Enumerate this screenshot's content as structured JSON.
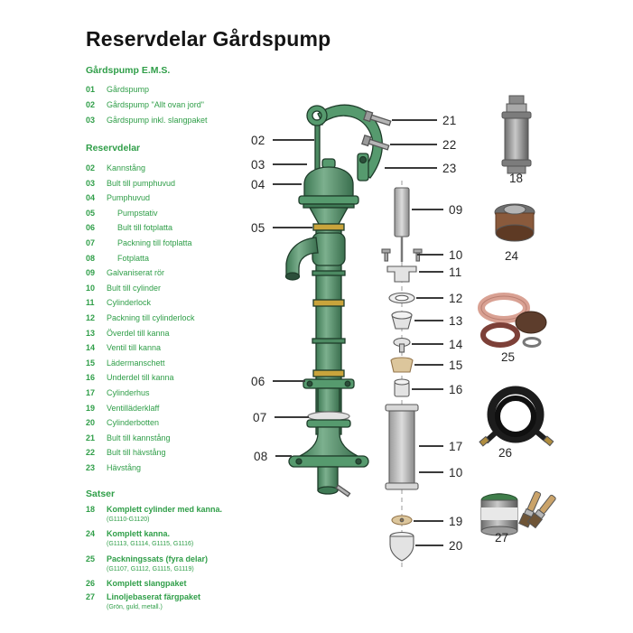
{
  "page": {
    "title": "Reservdelar Gårdspump"
  },
  "sections": [
    {
      "heading": "Gårdspump E.M.S.",
      "items": [
        {
          "num": "01",
          "label": "Gårdspump"
        },
        {
          "num": "02",
          "label": "Gårdspump \"Allt ovan jord\""
        },
        {
          "num": "03",
          "label": "Gårdspump inkl. slangpaket"
        }
      ]
    },
    {
      "heading": "Reservdelar",
      "items": [
        {
          "num": "02",
          "label": "Kannstång"
        },
        {
          "num": "03",
          "label": "Bult till pumphuvud"
        },
        {
          "num": "04",
          "label": "Pumphuvud"
        },
        {
          "num": "05",
          "label": "Pumpstativ"
        },
        {
          "num": "06",
          "label": "Bult till fotplatta"
        },
        {
          "num": "07",
          "label": "Packning till fotplatta"
        },
        {
          "num": "08",
          "label": "Fotplatta"
        },
        {
          "num": "09",
          "label": "Galvaniserat rör"
        },
        {
          "num": "10",
          "label": "Bult till cylinder"
        },
        {
          "num": "11",
          "label": "Cylinderlock"
        },
        {
          "num": "12",
          "label": "Packning till cylinderlock"
        },
        {
          "num": "13",
          "label": "Överdel till kanna"
        },
        {
          "num": "14",
          "label": "Ventil till kanna"
        },
        {
          "num": "15",
          "label": "Lädermanschett"
        },
        {
          "num": "16",
          "label": "Underdel till kanna"
        },
        {
          "num": "17",
          "label": "Cylinderhus"
        },
        {
          "num": "19",
          "label": "Ventilläderklaff"
        },
        {
          "num": "20",
          "label": "Cylinderbotten"
        },
        {
          "num": "21",
          "label": "Bult till kannstång"
        },
        {
          "num": "22",
          "label": "Bult till hävstång"
        },
        {
          "num": "23",
          "label": "Hävstång"
        }
      ]
    },
    {
      "heading": "Satser",
      "items": [
        {
          "num": "18",
          "label": "Komplett cylinder med kanna.",
          "sub": "(G1110-G1120)"
        },
        {
          "num": "24",
          "label": "Komplett kanna.",
          "sub": "(G1113, G1114, G1115, G1116)"
        },
        {
          "num": "25",
          "label": "Packningssats (fyra delar)",
          "sub": "(G1107, G1112, G1115, G1119)"
        },
        {
          "num": "26",
          "label": "Komplett slangpaket"
        },
        {
          "num": "27",
          "label": "Linoljebaserat färgpaket",
          "sub": "(Grön, guld, metall.)"
        }
      ]
    }
  ],
  "callouts": {
    "pump_left": [
      "02",
      "03",
      "04",
      "05",
      "06",
      "07",
      "08"
    ],
    "lever": [
      "21",
      "22",
      "23"
    ],
    "cylinder": [
      "09",
      "10",
      "11",
      "12",
      "13",
      "14",
      "15",
      "16",
      "17",
      "10",
      "19",
      "20"
    ],
    "photo_labels": [
      "18",
      "24",
      "25",
      "26",
      "27"
    ]
  },
  "colors": {
    "brand_green": "#2f9e48",
    "pump_green": "#569a6e",
    "gold_ring": "#c9a43c",
    "leather_tan": "#dcc69c",
    "metal_gray": "#9a9a9a",
    "callout_ink": "#262626"
  }
}
